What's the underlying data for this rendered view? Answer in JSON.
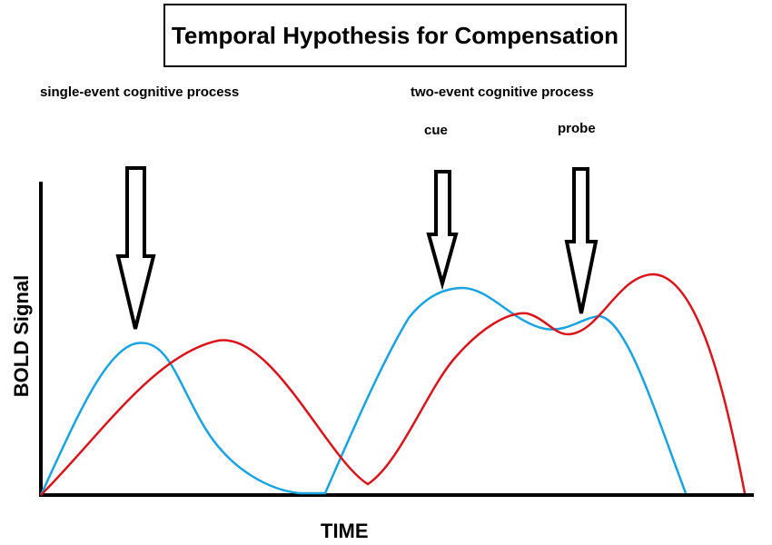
{
  "title": "Temporal Hypothesis for Compensation",
  "labels": {
    "single_event": "single-event cognitive process",
    "two_event": "two-event cognitive process",
    "cue": "cue",
    "probe": "probe"
  },
  "axes": {
    "ylabel": "BOLD Signal",
    "xlabel": "TIME"
  },
  "colors": {
    "blue_curve": "#1aa3e0",
    "red_curve": "#d9141b",
    "axis": "#000000"
  }
}
